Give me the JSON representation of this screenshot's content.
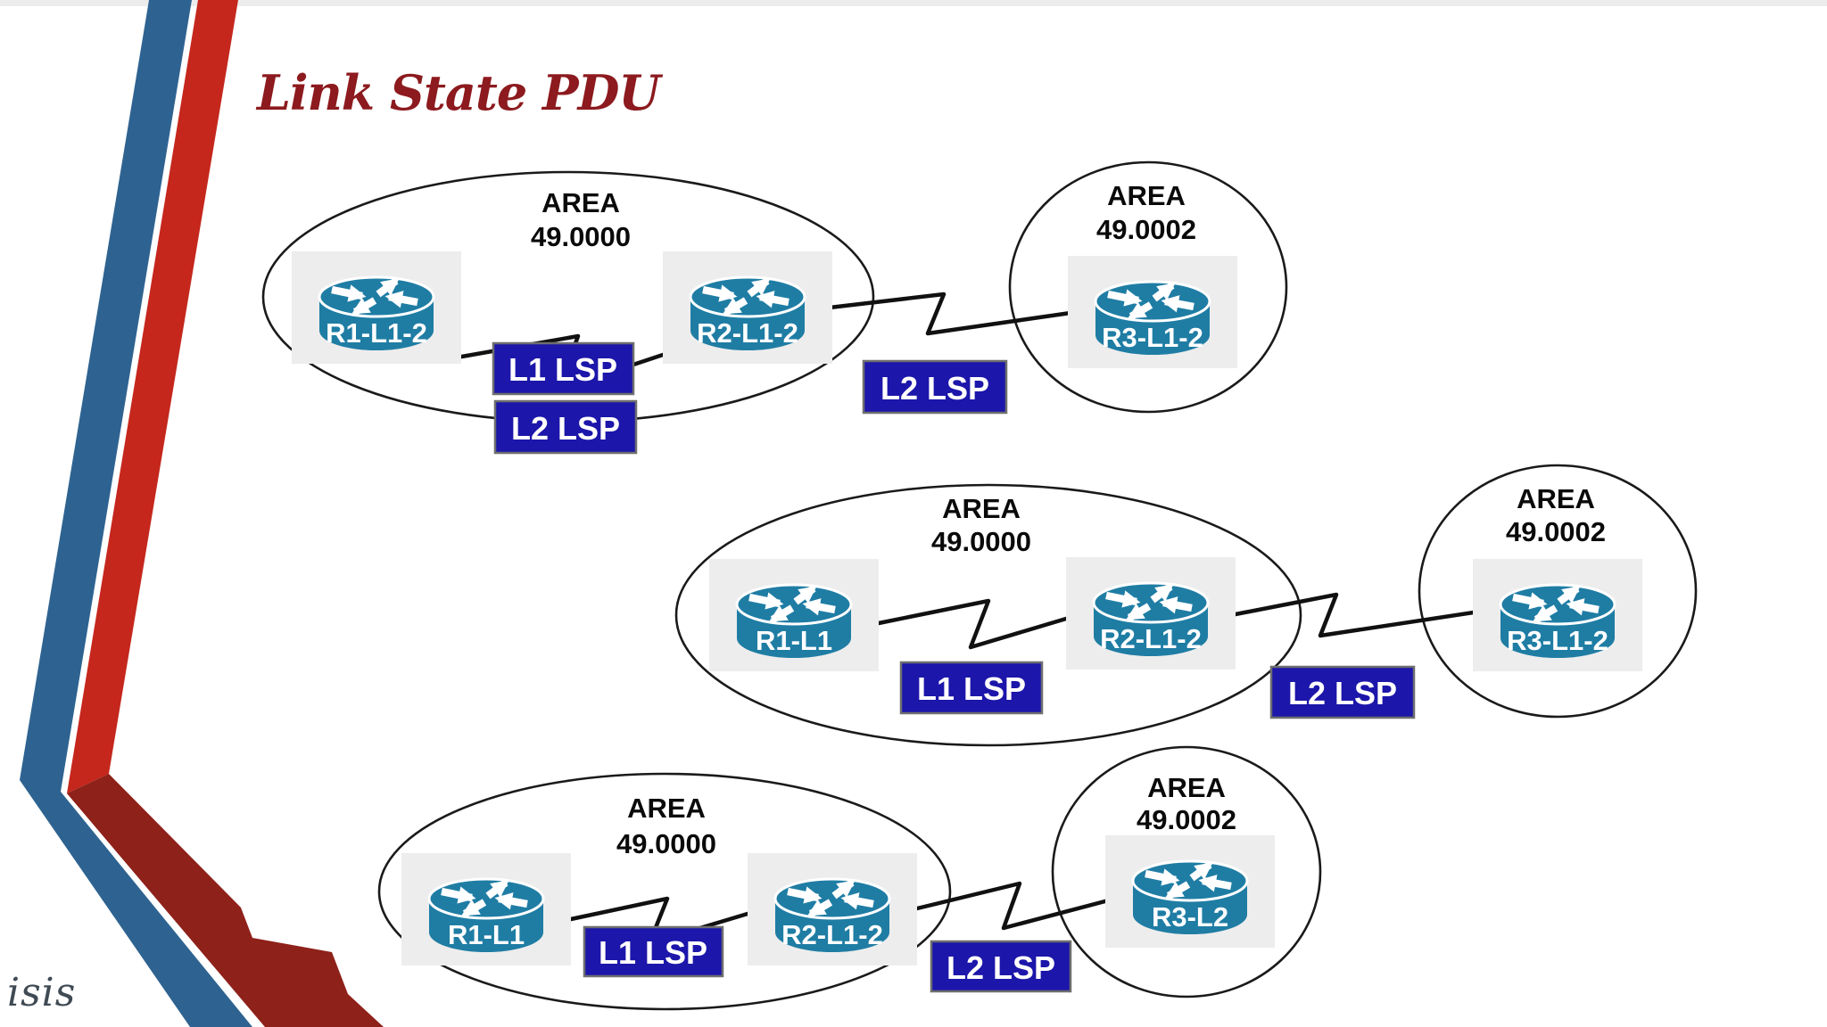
{
  "title": "Link State PDU",
  "watermark": "isis",
  "colors": {
    "title": "#8c1a1e",
    "ribbon_blue": "#2e6391",
    "ribbon_red": "#c5271d",
    "ribbon_dark_red": "#8e211a",
    "router_body": "#1f7da4",
    "lsp_box": "#1c16aa",
    "area_text": "#0a0a0a",
    "watermark_text": "#3f4a54"
  },
  "diagrams": [
    {
      "areas": [
        {
          "line1": "AREA",
          "line2": "49.0000"
        },
        {
          "line1": "AREA",
          "line2": "49.0002"
        }
      ],
      "routers": [
        {
          "name": "R1-L1-2"
        },
        {
          "name": "R2-L1-2"
        },
        {
          "name": "R3-L1-2"
        }
      ],
      "lsp_labels": [
        {
          "text": "L1 LSP"
        },
        {
          "text": "L2 LSP"
        },
        {
          "text": "L2 LSP"
        }
      ]
    },
    {
      "areas": [
        {
          "line1": "AREA",
          "line2": "49.0000"
        },
        {
          "line1": "AREA",
          "line2": "49.0002"
        }
      ],
      "routers": [
        {
          "name": "R1-L1"
        },
        {
          "name": "R2-L1-2"
        },
        {
          "name": "R3-L1-2"
        }
      ],
      "lsp_labels": [
        {
          "text": "L1 LSP"
        },
        {
          "text": "L2 LSP"
        }
      ]
    },
    {
      "areas": [
        {
          "line1": "AREA",
          "line2": "49.0000"
        },
        {
          "line1": "AREA",
          "line2": "49.0002"
        }
      ],
      "routers": [
        {
          "name": "R1-L1"
        },
        {
          "name": "R2-L1-2"
        },
        {
          "name": "R3-L2"
        }
      ],
      "lsp_labels": [
        {
          "text": "L1 LSP"
        },
        {
          "text": "L2 LSP"
        }
      ]
    }
  ]
}
